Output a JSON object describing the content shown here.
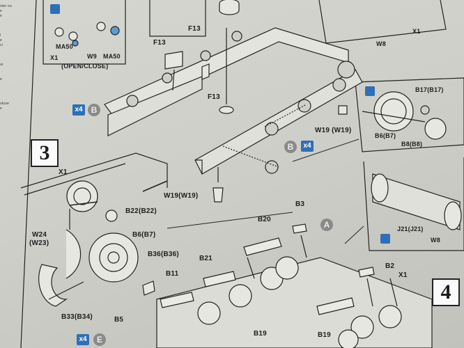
{
  "side_text": {
    "lines": [
      "nter ou",
      "e",
      "e",
      "",
      "",
      "",
      "l",
      "e",
      "ci",
      "",
      "",
      "",
      "ui",
      "",
      "",
      "e",
      "",
      "",
      "",
      "",
      "oluse",
      "e"
    ]
  },
  "steps": [
    {
      "number": "3"
    },
    {
      "number": "4"
    }
  ],
  "callouts": {
    "inset_top_left": {
      "parts": [
        "X1",
        "MA50",
        "W9",
        "MA50"
      ],
      "note": "(OPEN/CLOSE)"
    },
    "inset_wheel": {
      "parts": [
        "B17(B17)",
        "B6(B7)",
        "B8(B8)"
      ]
    },
    "inset_top_right": {
      "parts": [
        "X1",
        "W8"
      ]
    },
    "inset_track": {
      "parts": [
        "J21(J21)",
        "W8"
      ]
    }
  },
  "labels": {
    "f13_top": "F13",
    "f13_left": "F13",
    "f13_center": "F13",
    "w19_right": "W19 (W19)",
    "w19_bottom": "W19(W19)",
    "x1_step3": "X1",
    "b22": "B22(B22)",
    "w24": "W24",
    "w23": "(W23)",
    "b6": "B6(B7)",
    "b36": "B36(B36)",
    "b33": "B33(B34)",
    "b11": "B11",
    "b21": "B21",
    "b20": "B20",
    "b3": "B3",
    "b2": "B2",
    "x1_step4": "X1",
    "b5": "B5",
    "b19_left": "B19",
    "b19_right": "B19"
  },
  "badges": {
    "qty_left": {
      "count": "x4",
      "letter": "B"
    },
    "qty_center": {
      "count": "x4",
      "letter": "B"
    },
    "sprue_a": "A",
    "qty_bottom": {
      "count": "x4",
      "letter": "E"
    }
  },
  "colors": {
    "qty": "#2f6fb5",
    "sprue": "#8a8a8a",
    "paper": "#d3d3ce",
    "ink": "#1e1e1e"
  }
}
